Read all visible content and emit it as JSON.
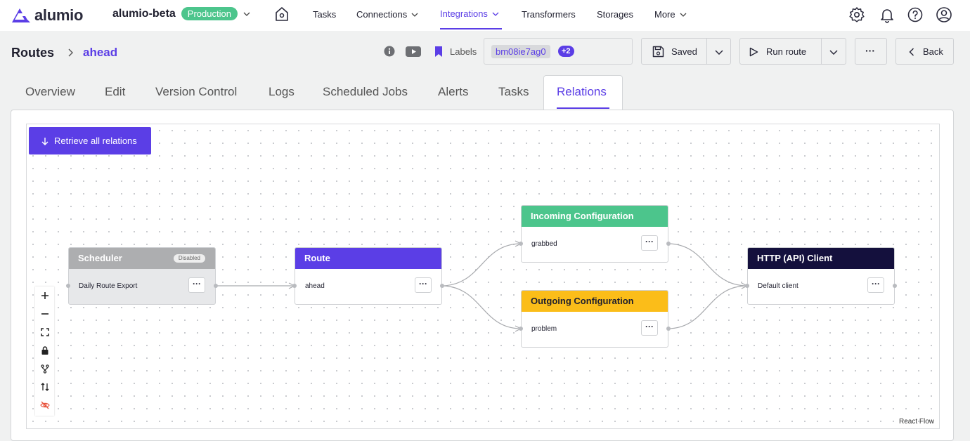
{
  "brand": {
    "name": "alumio"
  },
  "env": {
    "name": "alumio-beta",
    "badge": "Production"
  },
  "nav": {
    "tasks": "Tasks",
    "connections": "Connections",
    "integrations": "Integrations",
    "transformers": "Transformers",
    "storages": "Storages",
    "more": "More"
  },
  "breadcrumb": {
    "parent": "Routes",
    "current": "ahead"
  },
  "labels": {
    "title": "Labels",
    "chip": "bm08ie7ag0",
    "more": "+2"
  },
  "actions": {
    "saved": "Saved",
    "run": "Run route",
    "more": "···",
    "back": "Back"
  },
  "tabs": [
    "Overview",
    "Edit",
    "Version Control",
    "Logs",
    "Scheduled Jobs",
    "Alerts",
    "Tasks",
    "Relations"
  ],
  "active_tab": "Relations",
  "flow": {
    "retrieve_label": "Retrieve all relations",
    "attribution": "React Flow",
    "nodes": {
      "scheduler": {
        "title": "Scheduler",
        "badge": "Disabled",
        "body": "Daily Route Export",
        "color": "#adaeb0"
      },
      "route": {
        "title": "Route",
        "body": "ahead",
        "color": "#5b3ee6"
      },
      "incoming": {
        "title": "Incoming Configuration",
        "body": "grabbed",
        "color": "#4cc58c"
      },
      "outgoing": {
        "title": "Outgoing Configuration",
        "body": "problem",
        "color": "#fbbd19"
      },
      "client": {
        "title": "HTTP (API) Client",
        "body": "Default client",
        "color": "#14103d"
      }
    },
    "menu_glyph": "···"
  },
  "colors": {
    "accent": "#5b3ee6",
    "success": "#4cc58c",
    "warning": "#fbbd19",
    "dark": "#14103d"
  }
}
